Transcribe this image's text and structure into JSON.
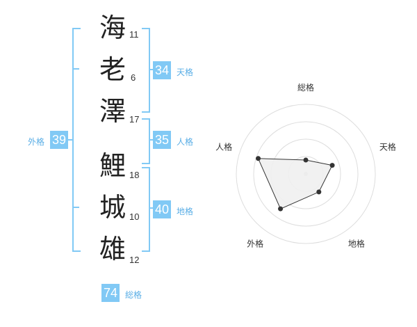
{
  "name_chars": [
    {
      "char": "海",
      "strokes": "11"
    },
    {
      "char": "老",
      "strokes": "6"
    },
    {
      "char": "澤",
      "strokes": "17"
    },
    {
      "char": "鯉",
      "strokes": "18"
    },
    {
      "char": "城",
      "strokes": "10"
    },
    {
      "char": "雄",
      "strokes": "12"
    }
  ],
  "kakusu": {
    "tenkaku": {
      "value": "34",
      "label": "天格"
    },
    "jinkaku": {
      "value": "35",
      "label": "人格"
    },
    "chikaku": {
      "value": "40",
      "label": "地格"
    },
    "gaikaku": {
      "value": "39",
      "label": "外格"
    },
    "soukaku": {
      "value": "74",
      "label": "総格"
    }
  },
  "colors": {
    "accent": "#81c9f5",
    "accent_text": "#5aaee6",
    "radar_fill": "#efefef",
    "grid": "#dddddd"
  },
  "chart_data": {
    "type": "radar",
    "axes": [
      "総格",
      "天格",
      "地格",
      "外格",
      "人格"
    ],
    "series": [
      {
        "values": [
          1,
          2,
          1.6,
          3.1,
          3.6
        ]
      }
    ],
    "rmax": 5,
    "rings": 4
  }
}
